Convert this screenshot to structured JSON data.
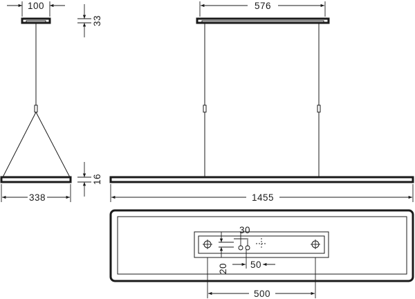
{
  "dimensions": {
    "canopy_width": "100",
    "canopy_height": "33",
    "canopy_length": "576",
    "side_width": "338",
    "fixture_height": "16",
    "fixture_length": "1455",
    "mount_offset": "30",
    "mount_vertical": "20",
    "mount_spacing": "50",
    "mount_distance": "500"
  }
}
